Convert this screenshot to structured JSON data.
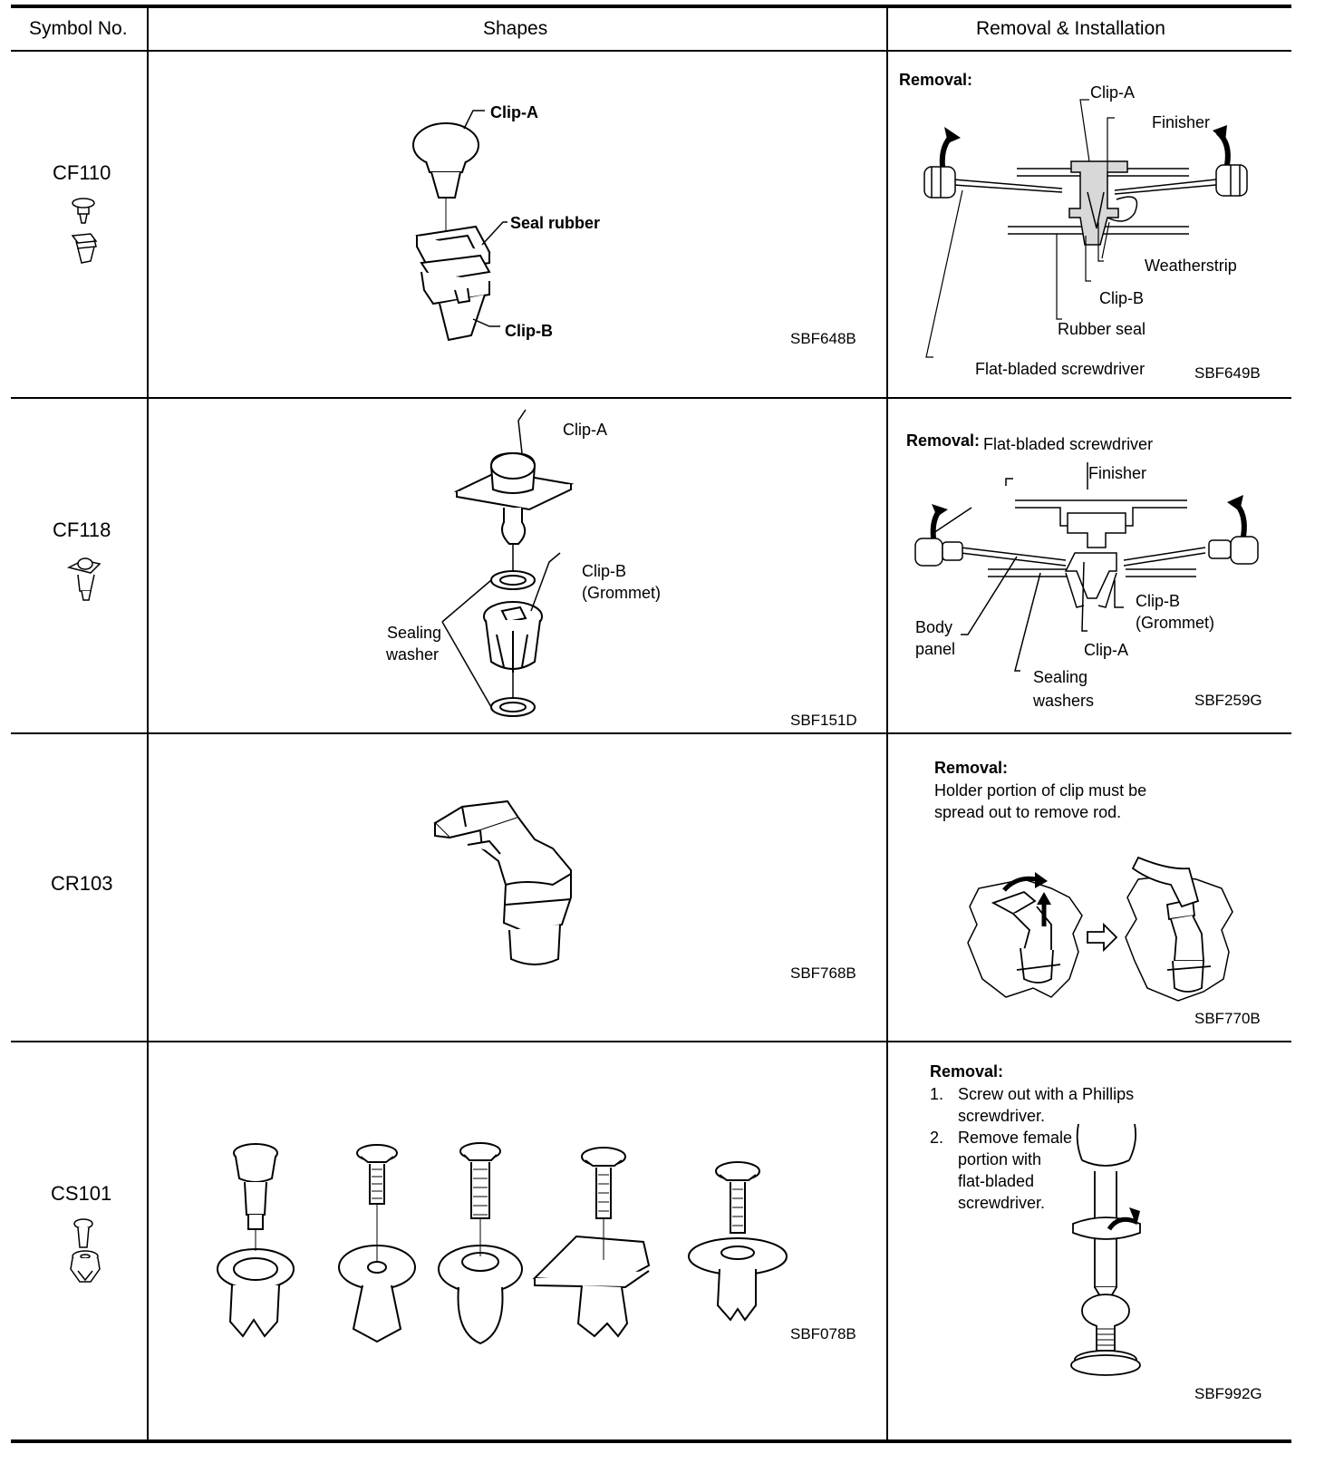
{
  "header": {
    "symbol_no": "Symbol No.",
    "shapes": "Shapes",
    "removal_installation": "Removal & Installation"
  },
  "rows": [
    {
      "symbol": "CF110",
      "shape_labels": {
        "clip_a": "Clip-A",
        "seal_rubber": "Seal rubber",
        "clip_b": "Clip-B"
      },
      "shape_code": "SBF648B",
      "removal_title": "Removal:",
      "removal_labels": {
        "clip_a": "Clip-A",
        "finisher": "Finisher",
        "weatherstrip": "Weatherstrip",
        "clip_b": "Clip-B",
        "rubber_seal": "Rubber seal",
        "screwdriver": "Flat-bladed screwdriver"
      },
      "removal_code": "SBF649B"
    },
    {
      "symbol": "CF118",
      "shape_labels": {
        "clip_a": "Clip-A",
        "clip_b": "Clip-B",
        "grommet": "(Grommet)",
        "sealing": "Sealing",
        "washer": "washer"
      },
      "shape_code": "SBF151D",
      "removal_title": "Removal:",
      "removal_labels": {
        "screwdriver": "Flat-bladed screwdriver",
        "finisher": "Finisher",
        "clip_b": "Clip-B",
        "grommet": "(Grommet)",
        "body": "Body",
        "panel": "panel",
        "clip_a": "Clip-A",
        "sealing": "Sealing",
        "washers": "washers"
      },
      "removal_code": "SBF259G"
    },
    {
      "symbol": "CR103",
      "shape_code": "SBF768B",
      "removal_title": "Removal:",
      "removal_lines": [
        "Holder portion of clip must be",
        "spread out to remove rod."
      ],
      "removal_code": "SBF770B"
    },
    {
      "symbol": "CS101",
      "shape_code": "SBF078B",
      "removal_title": "Removal:",
      "removal_steps": [
        {
          "num": "1.",
          "lines": [
            "Screw out with a Phillips",
            "screwdriver."
          ]
        },
        {
          "num": "2.",
          "lines": [
            "Remove female",
            "portion with",
            "flat-bladed",
            "screwdriver."
          ]
        }
      ],
      "removal_code": "SBF992G"
    }
  ]
}
